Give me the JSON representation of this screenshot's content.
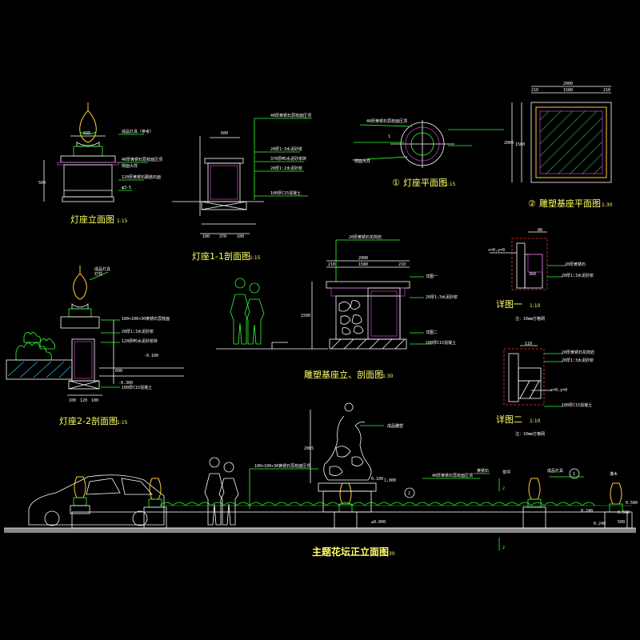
{
  "titles": {
    "lamp_elevation": "灯座立面图",
    "lamp_elevation_scale": "1:15",
    "lamp_section_11": "灯座1-1剖面图",
    "lamp_section_11_scale": "1:15",
    "lamp_plan": "灯座平面图",
    "lamp_plan_num": "①",
    "lamp_plan_scale": "1:15",
    "sculpture_base_plan": "雕塑基座平面图",
    "sculpture_base_plan_num": "②",
    "sculpture_base_plan_scale": "1:30",
    "lamp_section_22": "灯座2-2剖面图",
    "lamp_section_22_scale": "1:15",
    "sculpture_base_elev": "雕塑基座立、剖面图",
    "sculpture_base_elev_scale": "1:30",
    "detail_1": "详图一",
    "detail_1_scale": "1:10",
    "detail_1_note": "注：10mm方格网",
    "detail_2": "详图二",
    "detail_2_scale": "1:10",
    "detail_2_note": "注：10mm方格网",
    "main_elevation": "主题花坛正立面图",
    "main_elevation_scale": "30"
  },
  "dimensions": {
    "lamp_elev_600": "600",
    "lamp_elev_500": "500",
    "sec11_600": "600",
    "sec11_100a": "100",
    "sec11_370": "370",
    "sec11_100b": "100",
    "plan2_top": "2000",
    "plan2_210a": "210",
    "plan2_1580": "1580",
    "plan2_210b": "210",
    "plan2_left": "2000",
    "plan2_mid": "1580",
    "base_2000": "2000",
    "base_210a": "210",
    "base_1580": "1580",
    "base_210b": "210",
    "base_h": "1500",
    "sec22_100a": "100",
    "sec22_120": "120",
    "sec22_100b": "100",
    "sec22_600": "600",
    "detail1_80": "80",
    "detail1_360": "360",
    "detail2_110": "110",
    "main_2065": "2065",
    "main_1000": "1,000",
    "main_0100": "0.100",
    "main_0000": "±0.000",
    "main_0240": "0.240",
    "main_0500": "0.500",
    "main_500": "500",
    "level_0240": "0.240",
    "level_0500": "0.500",
    "level_0100": "-0.100",
    "sec22_level": "-0.300",
    "xy_1": "x=0,y=0",
    "xy_2": "x=0,y=0"
  },
  "notes": {
    "n_lamp_1": "成品灯具（参考）",
    "n_lamp_2": "40厚黄锈石荔枝面压顶",
    "n_lamp_3": "侧面大样",
    "n_lamp_4": "120厚黄锈石蘑菇石面",
    "n_lamp_5": "φ3-5",
    "n_sec11_1": "40厚黄锈石荔枝面压顶",
    "n_sec11_2": "20厚1:3水泥砂浆",
    "n_sec11_3": "370厚M5水泥砂浆砖",
    "n_sec11_4": "20厚1:2水泥砂浆",
    "n_sec11_5": "100厚C15混凝土",
    "n_plan_1": "40厚黄锈石荔枝面压顶",
    "n_plan_2": "侧面大样",
    "n_plan_3": "1",
    "n_sec22_1": "成品灯具",
    "n_sec22_2": "灯柱",
    "n_sec22_3": "100×100×30黄锈石荔枝面",
    "n_sec22_4": "20厚1:3水泥砂浆",
    "n_sec22_5": "120厚M5水泥砂浆砖",
    "n_sec22_6": "100厚C15混凝土",
    "n_base_1": "20厚黄锈石花岗岩",
    "n_base_2": "详图一",
    "n_base_3": "20厚1:3水泥砂浆",
    "n_base_4": "详图二",
    "n_base_5": "100厚C15混凝土",
    "n_det1_1": "20厚黄锈石",
    "n_det1_2": "20厚1:3水泥砂浆",
    "n_det2_1": "20厚黄锈石花岗岩",
    "n_det2_2": "20厚1:3水泥砂浆",
    "n_det2_3": "100厚C15混凝土",
    "n_main_1": "100×100×30黄锈石荔枝面压顶",
    "n_main_2": "成品雕塑",
    "n_main_3": "40厚黄锈石荔枝面压顶",
    "n_main_4": "黄锈石",
    "n_main_5": "草坪",
    "n_main_6": "成品灯具",
    "n_main_7": "灌木",
    "sec_marker_1": "2",
    "sec_marker_2": "2",
    "circle_1": "1",
    "circle_2": "2"
  },
  "colors": {
    "background": "#000000",
    "title": "#ffff66",
    "line": "#ffffff",
    "green": "#33ff33",
    "gold": "#ffcc33",
    "magenta": "#cc44cc"
  }
}
